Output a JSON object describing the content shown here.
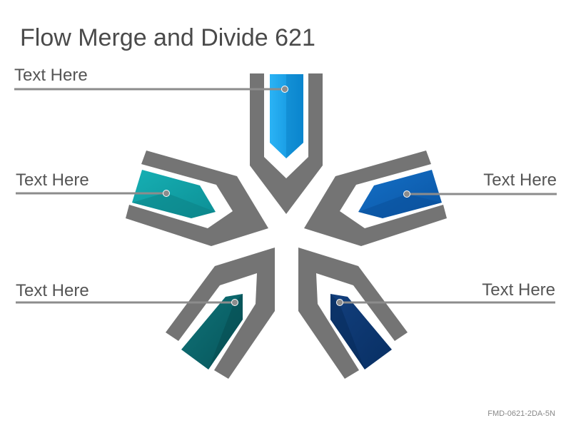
{
  "title": "Flow Merge and Divide 621",
  "labels": {
    "top": "Text Here",
    "middle_left": "Text Here",
    "middle_right": "Text Here",
    "bottom_left": "Text Here",
    "bottom_right": "Text Here"
  },
  "footer_code": "FMD-0621-2DA-5N",
  "colors": {
    "frame": "#747474",
    "connector": "#8c8c8c",
    "top_arrow": "#1aa3e8",
    "left_arrow": "#13a3a9",
    "right_arrow": "#0e63b8",
    "bottom_left_arrow": "#0b6468",
    "bottom_right_arrow": "#0c3a73"
  }
}
